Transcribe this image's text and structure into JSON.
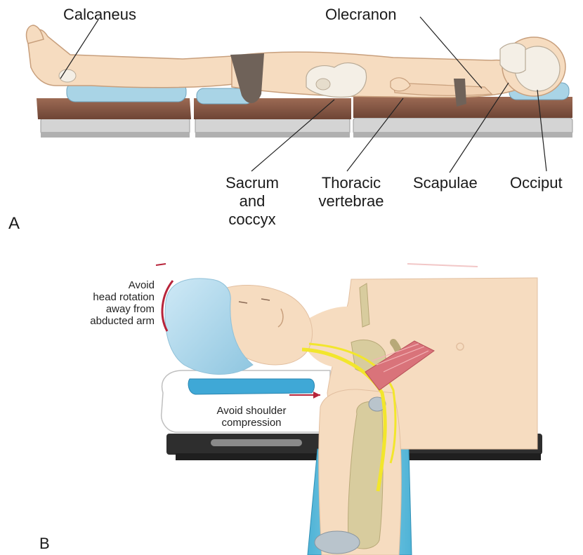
{
  "panel_a": {
    "letter": "A",
    "labels": {
      "calcaneus": "Calcaneus",
      "olecranon": "Olecranon",
      "sacrum_lines": [
        "Sacrum",
        "and",
        "coccyx"
      ],
      "thoracic_lines": [
        "Thoracic",
        "vertebrae"
      ],
      "scapulae": "Scapulae",
      "occiput": "Occiput"
    }
  },
  "panel_b": {
    "letter": "B",
    "notes": {
      "head_rotation_lines": [
        "Avoid",
        "head rotation",
        "away from",
        "abducted arm"
      ],
      "shoulder_lines": [
        "Avoid shoulder",
        "compression"
      ]
    }
  },
  "colors": {
    "skin": "#f6dcc0",
    "skin_outline": "#c89f7c",
    "pad_blue": "#a9d4e6",
    "table_brown": "#8a5a45",
    "table_gray": "#c9c9c9",
    "strap": "#6f6259",
    "bone": "#d8cc9e",
    "nerve": "#f2e62c",
    "muscle": "#d9737a",
    "cap_blue": "#b7dcef",
    "arm_board_blue": "#6fc3df",
    "warning_red": "#b7243a"
  }
}
